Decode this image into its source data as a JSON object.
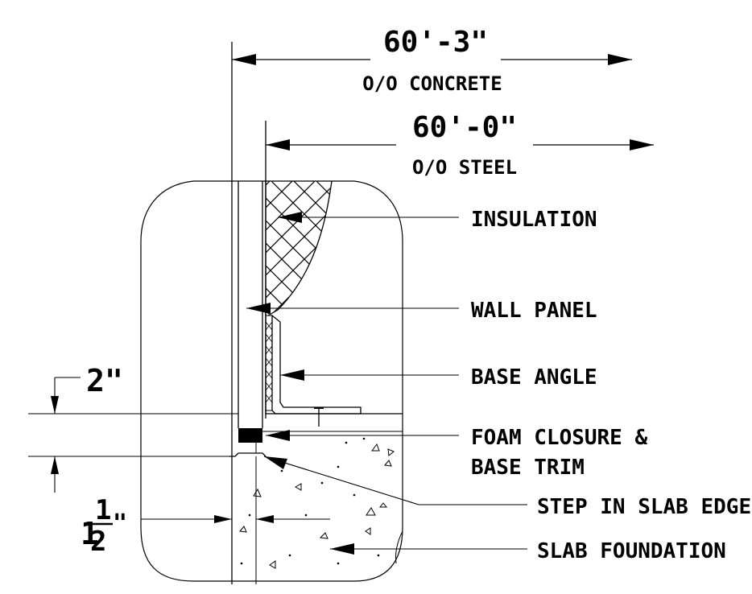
{
  "dimensions": {
    "overall_concrete": {
      "value": "60'-3\"",
      "note": "O/O CONCRETE"
    },
    "overall_steel": {
      "value": "60'-0\"",
      "note": "O/O STEEL"
    },
    "step_height": "2\"",
    "slab_offset": {
      "whole": "1",
      "numerator": "1",
      "denominator": "2",
      "unit": "\""
    }
  },
  "labels": {
    "insulation": "INSULATION",
    "wall_panel": "WALL PANEL",
    "base_angle": "BASE ANGLE",
    "foam_closure_line1": "FOAM CLOSURE &",
    "foam_closure_line2": "BASE TRIM",
    "step_in_slab_edge": "STEP IN SLAB EDGE",
    "slab_foundation": "SLAB FOUNDATION"
  }
}
